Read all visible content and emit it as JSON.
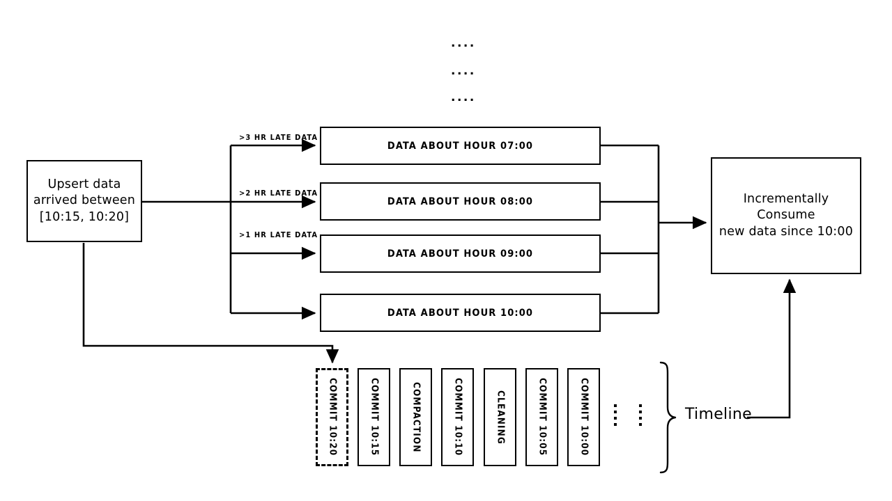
{
  "diagram": {
    "title_present": false,
    "colors": {
      "stroke": "#000000",
      "background": "#ffffff"
    },
    "source_box": {
      "lines": [
        "Upsert data",
        "arrived between",
        "[10:15, 10:20]"
      ]
    },
    "fanout_labels": [
      {
        "text": ">3 HR LATE DATA"
      },
      {
        "text": ">2 HR LATE DATA"
      },
      {
        "text": ">1 HR LATE DATA"
      }
    ],
    "hour_boxes": [
      {
        "label": "DATA ABOUT HOUR 07:00"
      },
      {
        "label": "DATA ABOUT HOUR 08:00"
      },
      {
        "label": "DATA ABOUT HOUR 09:00"
      },
      {
        "label": "DATA ABOUT HOUR 10:00"
      }
    ],
    "ellipsis_above_hours": [
      "....",
      "....",
      "...."
    ],
    "consume_box": {
      "lines": [
        "Incrementally Consume",
        "new data since 10:00"
      ]
    },
    "timeline": {
      "label": "Timeline",
      "commits": [
        {
          "label": "COMMIT 10:20",
          "style": "dashed"
        },
        {
          "label": "COMMIT 10:15",
          "style": "solid"
        },
        {
          "label": "COMPACTION",
          "style": "solid"
        },
        {
          "label": "COMMIT 10:10",
          "style": "solid"
        },
        {
          "label": "CLEANING",
          "style": "solid"
        },
        {
          "label": "COMMIT 10:05",
          "style": "solid"
        },
        {
          "label": "COMMIT 10:00",
          "style": "solid"
        }
      ],
      "trailing_ellipsis_columns": 2
    }
  }
}
